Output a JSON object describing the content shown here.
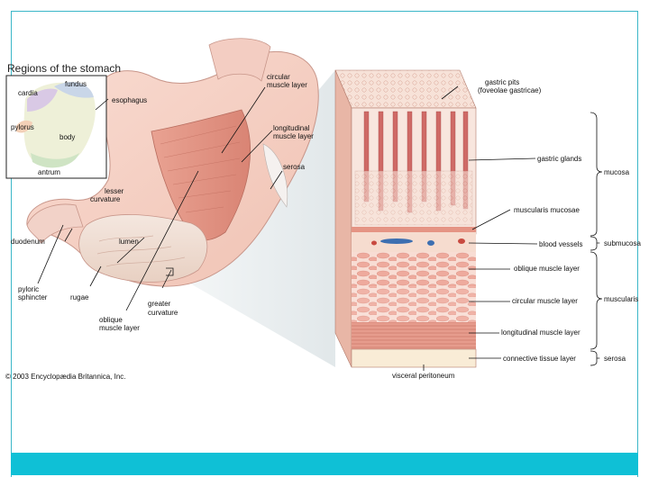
{
  "inset": {
    "title": "Regions of the stomach",
    "fundus": "fundus",
    "cardia": "cardia",
    "pylorus": "pylorus",
    "body": "body",
    "antrum": "antrum"
  },
  "stomach_labels": {
    "esophagus": "esophagus",
    "circular_1": "circular",
    "circular_2": "muscle layer",
    "longitudinal_1": "longitudinal",
    "longitudinal_2": "muscle layer",
    "serosa": "serosa",
    "lesser_1": "lesser",
    "lesser_2": "curvature",
    "duodenum": "duodenum",
    "lumen": "lumen",
    "rugae": "rugae",
    "pyloric_1": "pyloric",
    "pyloric_2": "sphincter",
    "oblique_1": "oblique",
    "oblique_2": "muscle layer",
    "greater_1": "greater",
    "greater_2": "curvature"
  },
  "wall_labels": {
    "gastric_pits_1": "gastric pits",
    "gastric_pits_2": "(foveolae gastricae)",
    "gastric_glands": "gastric glands",
    "muscularis_mucosae": "muscularis mucosae",
    "blood_vessels": "blood vessels",
    "oblique": "oblique muscle layer",
    "circular": "circular muscle layer",
    "longitudinal": "longitudinal muscle layer",
    "connective": "connective tissue layer",
    "visceral": "visceral peritoneum"
  },
  "layer_labels": {
    "mucosa": "mucosa",
    "submucosa": "submucosa",
    "muscularis": "muscularis",
    "serosa": "serosa"
  },
  "copyright": "© 2003 Encyclopædia Britannica, Inc.",
  "colors": {
    "frame": "#3bb7c8",
    "bar": "#0fc0d6",
    "muscle": "#e8a89a",
    "mucosa": "#d4787a",
    "tissue": "#f6dccf"
  }
}
